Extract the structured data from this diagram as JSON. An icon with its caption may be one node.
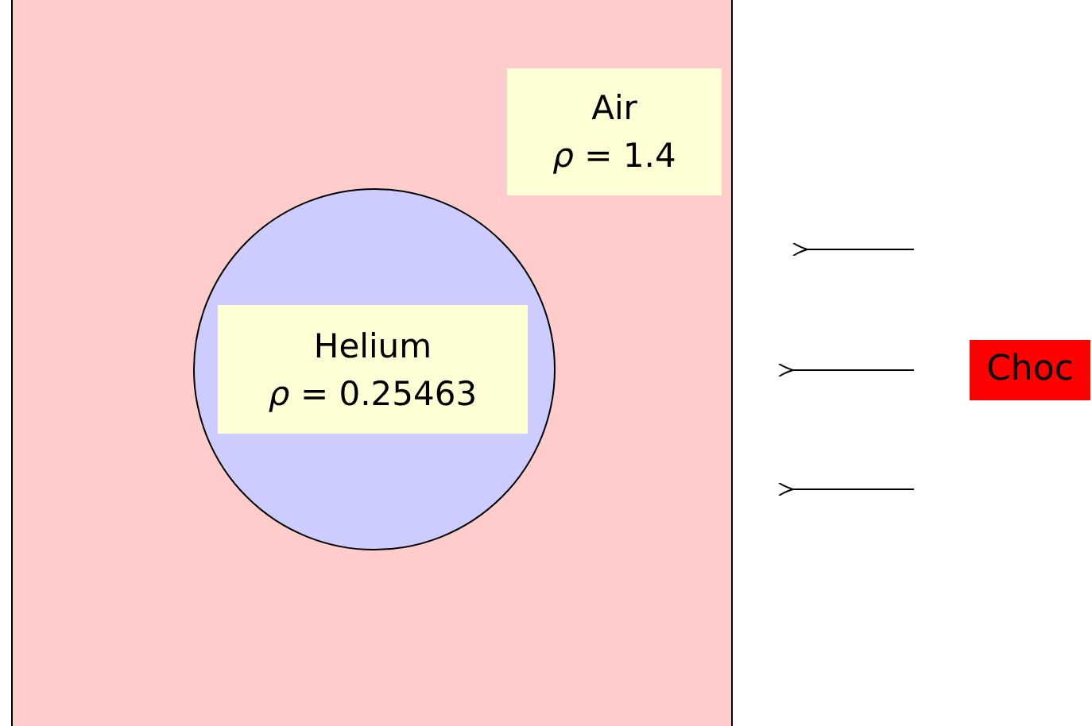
{
  "diagram": {
    "nodes": [
      {
        "text": [],
        "shape": "box"
      },
      {
        "text": [
          "Air",
          "*ρ* = 1.4"
        ],
        "in": 0
      },
      {
        "text": [],
        "shape": "circle",
        "in": 0
      },
      {
        "text": [
          "Helium",
          "*ρ* = 0.25463"
        ],
        "in": 2
      },
      {
        "text": [
          "Choc"
        ]
      }
    ]
  }
}
